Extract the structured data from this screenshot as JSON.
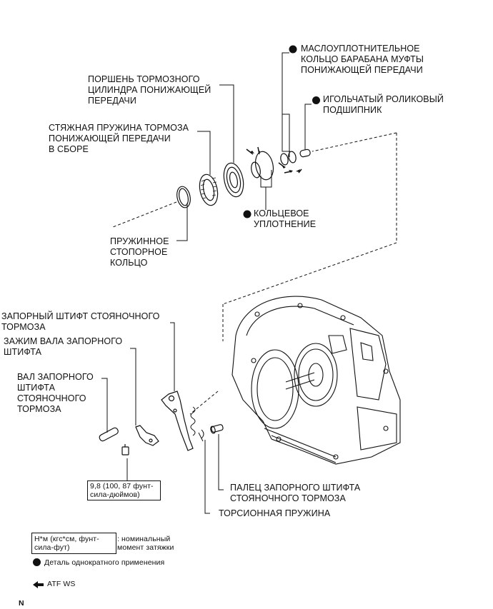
{
  "labels": {
    "clutch_drum_oil_seal": "МАСЛОУПЛОТНИТЕЛЬНОЕ\nКОЛЬЦО БАРАБАНА МУФТЫ\nПОНИЖАЮЩЕЙ ПЕРЕДАЧИ",
    "needle_roller_bearing": "ИГОЛЬЧАТЫЙ РОЛИКОВЫЙ\nПОДШИПНИК",
    "brake_piston": "ПОРШЕНЬ ТОРМОЗНОГО\nЦИЛИНДРА ПОНИЖАЮЩЕЙ\nПЕРЕДАЧИ",
    "brake_return_spring": "СТЯЖНАЯ ПРУЖИНА ТОРМОЗА\nПОНИЖАЮЩЕЙ ПЕРЕДАЧИ\nВ СБОРЕ",
    "o_ring": "КОЛЬЦЕВОЕ\nУПЛОТНЕНИЕ",
    "snap_ring": "ПРУЖИННОЕ\nСТОПОРНОЕ\nКОЛЬЦО",
    "parking_lock_pawl": "ЗАПОРНЫЙ ШТИФТ СТОЯНОЧНОГО\nТОРМОЗА",
    "pawl_shaft_clamp": "ЗАЖИМ ВАЛА ЗАПОРНОГО\nШТИФТА",
    "pawl_shaft": "ВАЛ ЗАПОРНОГО\nШТИФТА\nСТОЯНОЧНОГО\nТОРМОЗА",
    "pawl_pin": "ПАЛЕЦ ЗАПОРНОГО ШТИФТА\nСТОЯНОЧНОГО ТОРМОЗА",
    "torsion_spring": "ТОРСИОННАЯ ПРУЖИНА"
  },
  "torque_spec": "9,8 (100, 87 фунт-\nсила-дюймов)",
  "legend": {
    "torque_unit": "Н*м (кгс*см, фунт-\nсила-фут)",
    "torque_desc": ": номинальный\nмомент затяжки",
    "non_reusable": "Деталь однократного применения",
    "atf": "ATF WS"
  },
  "footer_code": "N",
  "colors": {
    "ink": "#111111",
    "paper": "#ffffff"
  }
}
